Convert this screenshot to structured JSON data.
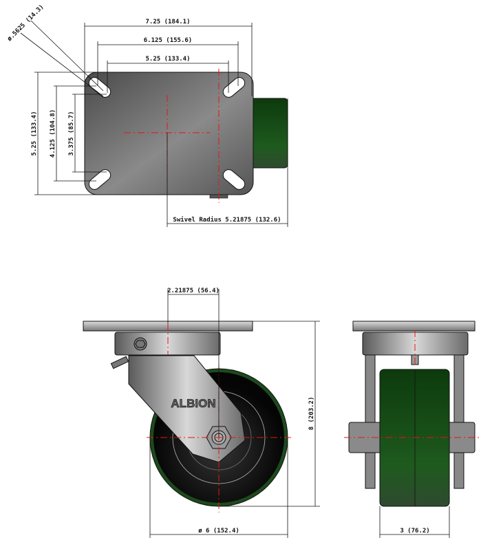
{
  "drawing": {
    "top_view": {
      "overall_width": "7.25 (184.1)",
      "outer_slot_span": "6.125 (155.6)",
      "inner_slot_span": "5.25 (133.4)",
      "slot_diameter": "ø.5625 (14.3)",
      "overall_length": "5.25 (133.4)",
      "outer_slot_length": "4.125 (104.8)",
      "inner_slot_length": "3.375 (85.7)",
      "swivel_radius": "Swivel Radius 5.21875 (132.6)"
    },
    "front_view": {
      "offset": "2.21875 (56.4)",
      "overall_height": "8 (203.2)",
      "wheel_diameter": "ø 6 (152.4)",
      "brand_logo": "ALBION"
    },
    "side_view": {
      "wheel_width": "3 (76.2)"
    },
    "colors": {
      "centerline": "#e11111",
      "wheel_tread": "#1d4a1d",
      "plate": "#6a6a6a"
    }
  }
}
